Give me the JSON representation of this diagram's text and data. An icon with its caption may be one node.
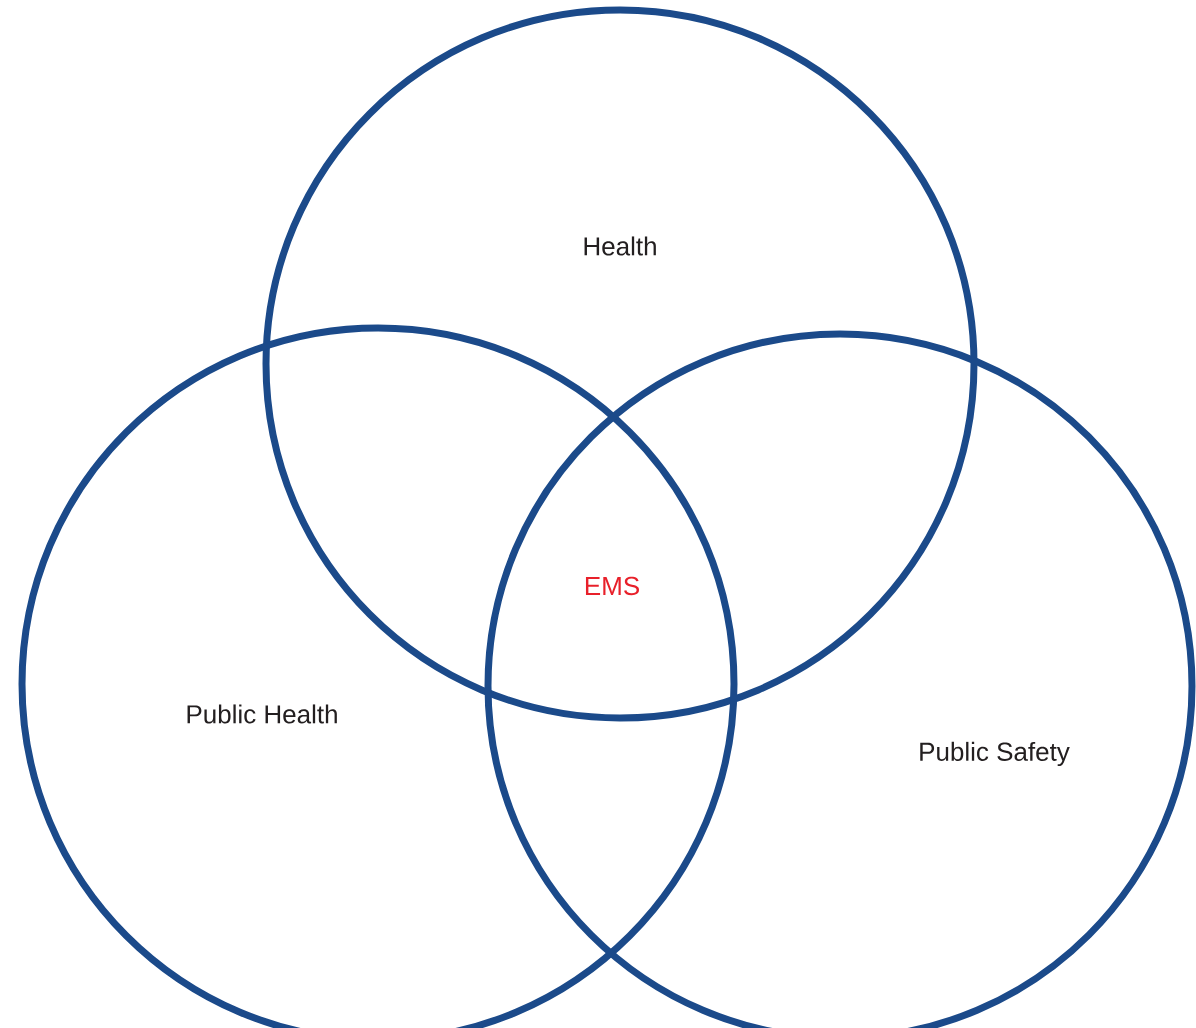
{
  "diagram": {
    "nodes": [
      {
        "text": [
          "Health"
        ]
      },
      {
        "text": [
          "Public Health"
        ]
      },
      {
        "text": [
          "Public Safety"
        ]
      }
    ],
    "labels": [
      "EMS"
    ]
  }
}
